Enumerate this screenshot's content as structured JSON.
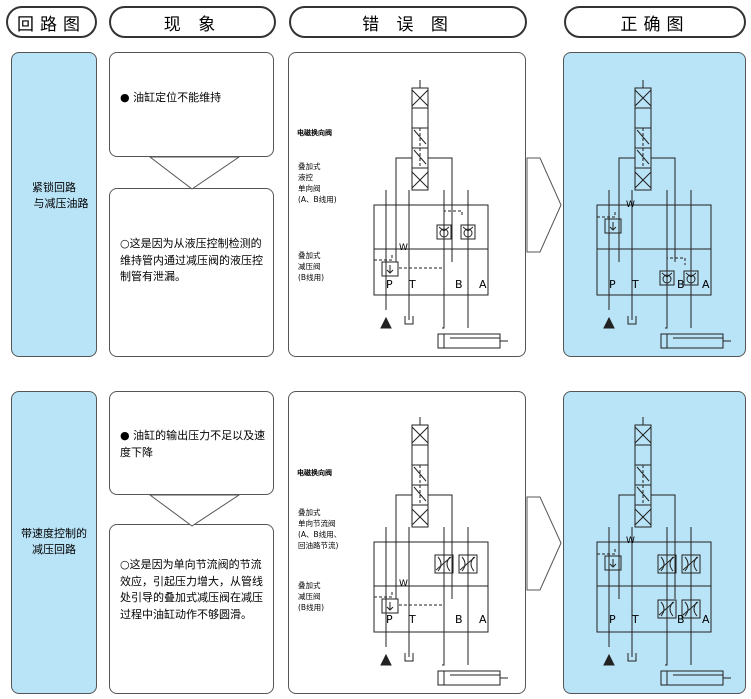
{
  "headers": {
    "circuit": "回路图",
    "phenomenon": "现 象",
    "wrong": "错 误 图",
    "correct": "正确图"
  },
  "rows": [
    {
      "label_line1": "紧锁回路",
      "label_line2": "与减压油路",
      "symptom": "● 油缸定位不能维持",
      "cause": "○这是因为从液压控制检测的维持管内通过减压阀的液压控制管有泄漏。",
      "wrong_labels": {
        "solenoid": "电磁换向阀",
        "stack1": [
          "叠加式",
          "液控",
          "单向阀",
          "(A、B线用)"
        ],
        "stack2": [
          "叠加式",
          "减压阀",
          "(B线用)"
        ]
      }
    },
    {
      "label_line1": "带速度控制的",
      "label_line2": "减压回路",
      "symptom": "● 油缸的输出压力不足以及速度下降",
      "cause": "○这是因为单向节流阀的节流效应，引起压力增大，从管线处引导的叠加式减压阀在减压过程中油缸动作不够圆滑。",
      "wrong_labels": {
        "solenoid": "电磁换向阀",
        "stack1": [
          "叠加式",
          "单向节流阀",
          "(A、B线用、",
          "回油路节流)"
        ],
        "stack2": [
          "叠加式",
          "减压阀",
          "(B线用)"
        ]
      }
    }
  ],
  "ports": [
    "P",
    "T",
    "B",
    "A"
  ],
  "spring_mark": "W",
  "colors": {
    "blue": "#b9e3f7",
    "line": "#222222"
  }
}
